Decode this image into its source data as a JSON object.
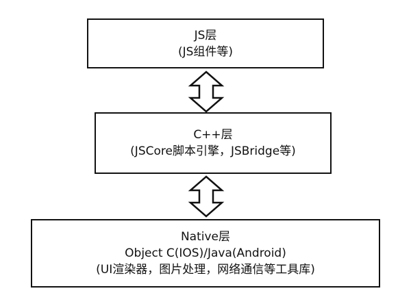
{
  "diagram": {
    "layers": [
      {
        "id": "js",
        "lines": [
          "JS层",
          "(JS组件等)"
        ]
      },
      {
        "id": "cpp",
        "lines": [
          "C++层",
          "(JSCore脚本引擎，JSBridge等)"
        ]
      },
      {
        "id": "native",
        "lines": [
          "Native层",
          "Object C(IOS)/Java(Android)",
          "(UI渲染器，图片处理，网络通信等工具库)"
        ]
      }
    ],
    "arrows": [
      {
        "from": "js",
        "to": "cpp",
        "direction": "bidirectional"
      },
      {
        "from": "cpp",
        "to": "native",
        "direction": "bidirectional"
      }
    ],
    "colors": {
      "stroke": "#111111",
      "background": "#ffffff"
    }
  }
}
